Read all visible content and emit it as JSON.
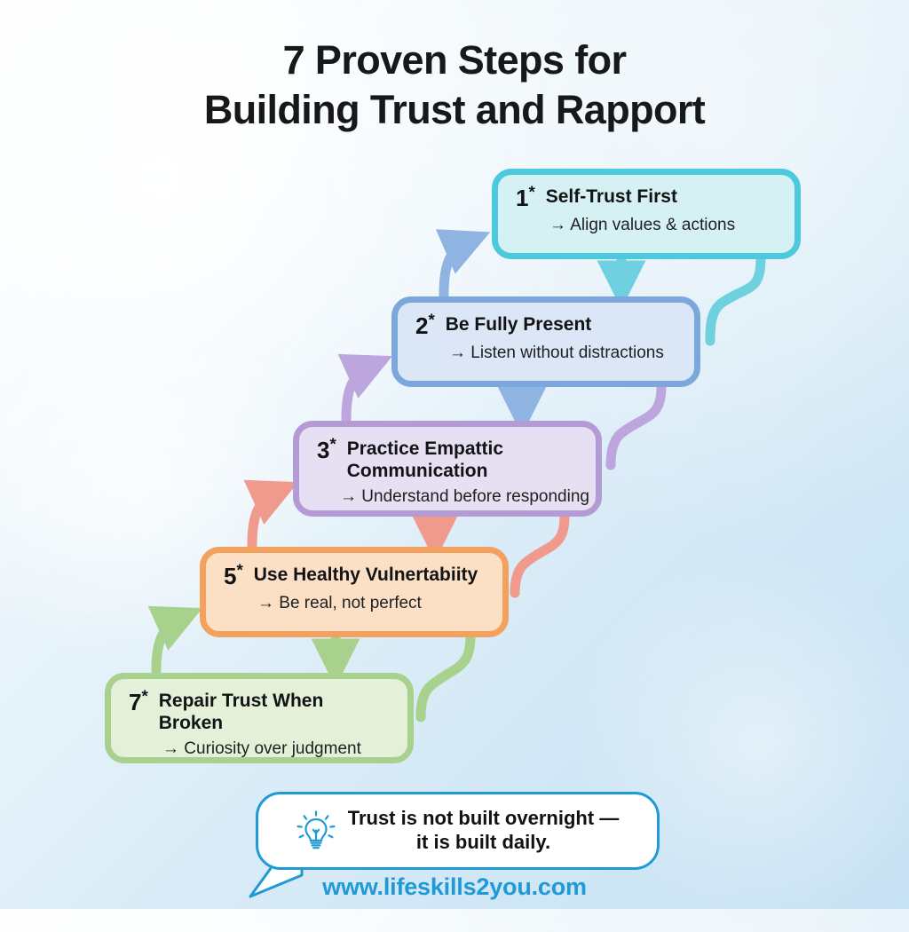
{
  "title": {
    "line1": "7 Proven Steps for",
    "line2": "Building Trust and Rapport"
  },
  "steps": [
    {
      "number": "1",
      "marker": "*",
      "title": "Self-Trust First",
      "detail": "→ Align values & actions",
      "border_color": "#4ec8dd",
      "fill_color": "#d6f1f3"
    },
    {
      "number": "2",
      "marker": "*",
      "title": "Be Fully Present",
      "detail": "→ Listen without distractions",
      "border_color": "#7ba7dd",
      "fill_color": "#dbe6f6"
    },
    {
      "number": "3",
      "marker": "*",
      "title": "Practice Empattic Communication",
      "detail": "→ Understand before responding",
      "border_color": "#b49bd6",
      "fill_color": "#e7dff2"
    },
    {
      "number": "5",
      "marker": "*",
      "title": "Use Healthy Vulnertabiity",
      "detail": "→ Be real, not perfect",
      "border_color": "#f2a25e",
      "fill_color": "#fbe0c6"
    },
    {
      "number": "7",
      "marker": "*",
      "title": "Repair Trust When Broken",
      "detail": "→ Curiosity over judgment",
      "border_color": "#a9d18e",
      "fill_color": "#e4f1d8"
    }
  ],
  "quote": {
    "icon": "lightbulb-icon",
    "line1": "Trust is not built overnight —",
    "line2": "it is built daily.",
    "accent_color": "#1f9ad6"
  },
  "footer": {
    "url": "www.lifeskills2you.com",
    "url_color": "#1f9ad6"
  },
  "background": {
    "from": "#fdfefe",
    "to": "#c6e1f3"
  },
  "connector_colors": {
    "step1": "#6fd0e0",
    "step2": "#8fb4e2",
    "step3": "#bda6dd",
    "step5": "#ef9a8c",
    "step7": "#a9d18e"
  }
}
